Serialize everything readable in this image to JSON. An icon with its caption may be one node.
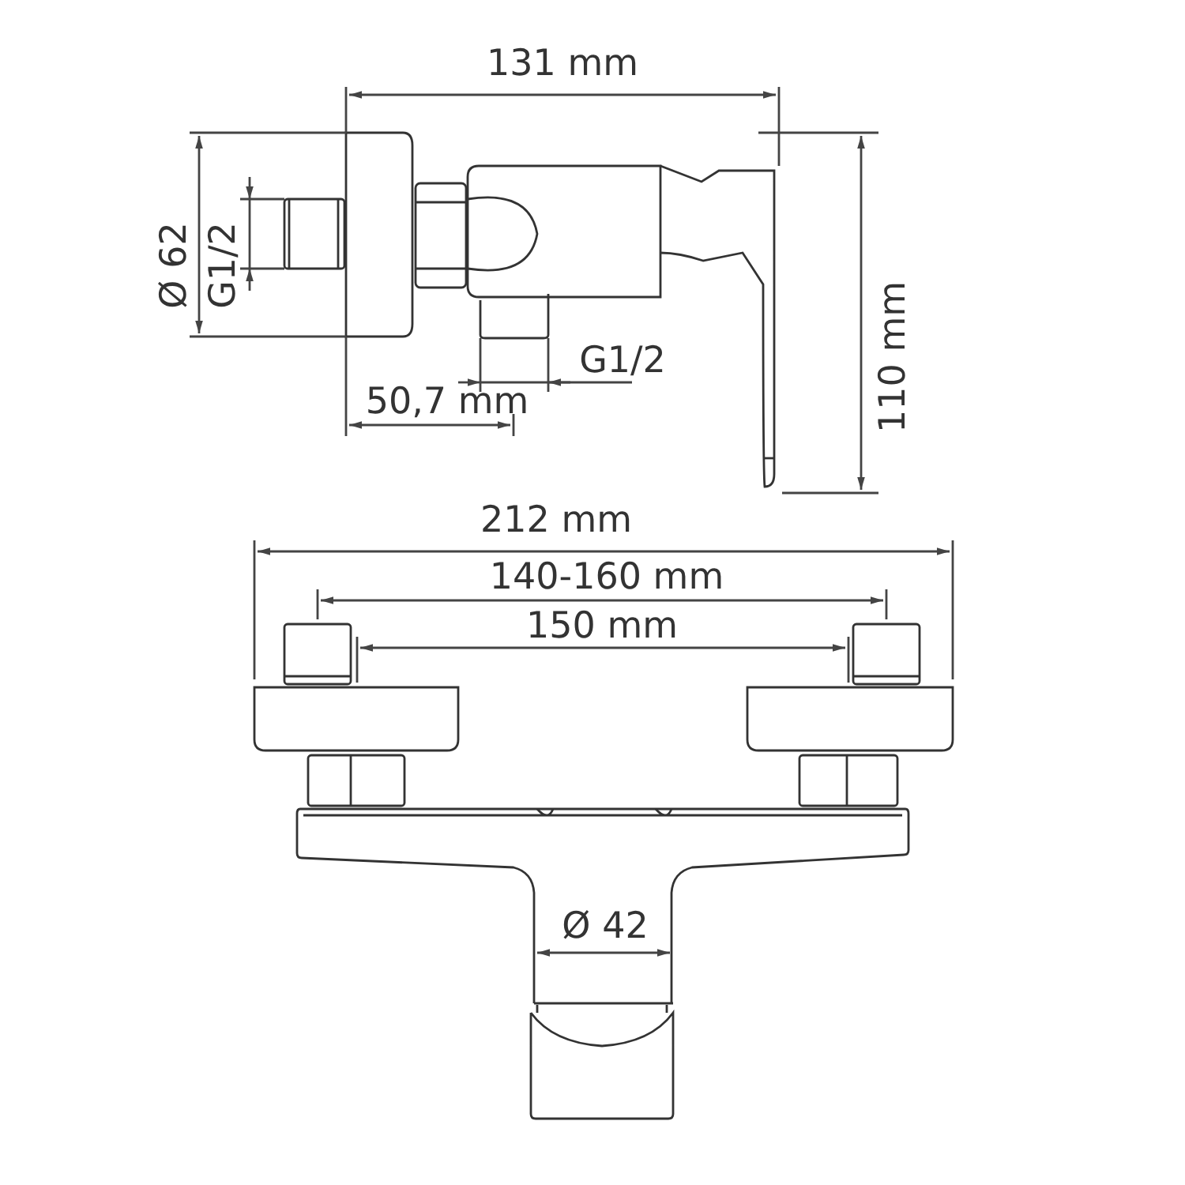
{
  "diagram": {
    "labels": [
      "131 mm",
      "Ø 62",
      "G1/2",
      "110 mm",
      "G1/2",
      "50,7 mm",
      "212 mm",
      "140-160 mm",
      "150 mm",
      "Ø 42"
    ]
  }
}
